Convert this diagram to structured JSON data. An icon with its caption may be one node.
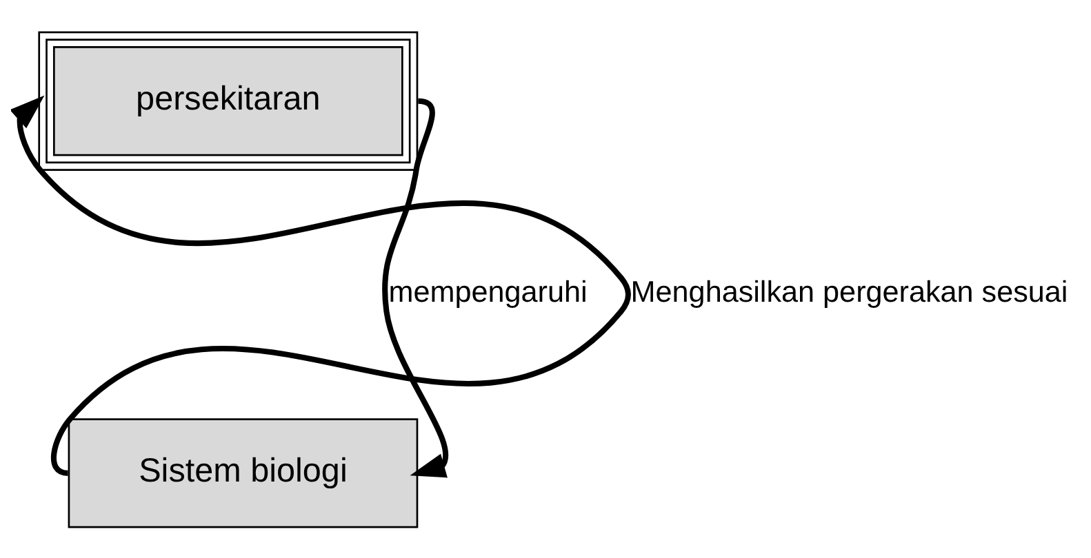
{
  "diagram": {
    "nodes": [
      {
        "text": [
          "persekitaran"
        ]
      },
      {
        "text": [
          "Sistem biologi"
        ]
      }
    ],
    "edges": [
      {
        "from": 0,
        "to": 1,
        "arrow": "to",
        "label": "mempengaruhi"
      },
      {
        "from": 1,
        "to": 0,
        "arrow": "to",
        "label": "Menghasilkan pergerakan sesuai"
      }
    ]
  }
}
